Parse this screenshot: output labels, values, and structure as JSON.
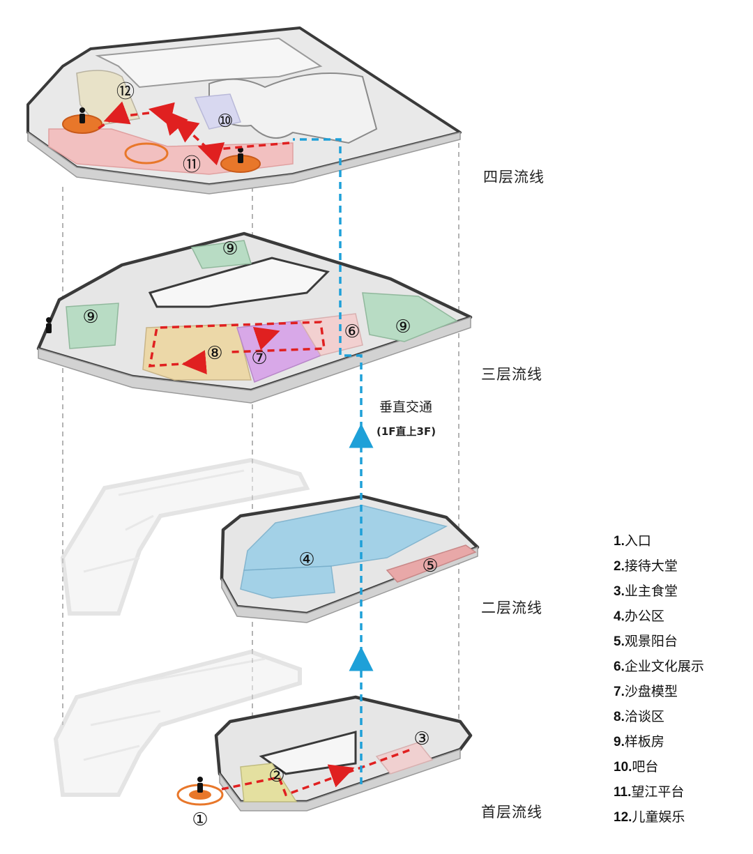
{
  "floors": {
    "f4": "四层流线",
    "f3": "三层流线",
    "f2": "二层流线",
    "f1": "首层流线"
  },
  "vertical": {
    "title": "垂直交通",
    "subtitle": "(1F直上3F)"
  },
  "markers": {
    "m1": "①",
    "m2": "②",
    "m3": "③",
    "m4": "④",
    "m5": "⑤",
    "m6": "⑥",
    "m7": "⑦",
    "m8": "⑧",
    "m9": "⑨",
    "m10": "⑩",
    "m11": "⑪",
    "m12": "⑫"
  },
  "legend": [
    {
      "num": "1.",
      "text": "入口"
    },
    {
      "num": "2.",
      "text": "接待大堂"
    },
    {
      "num": "3.",
      "text": "业主食堂"
    },
    {
      "num": "4.",
      "text": "办公区"
    },
    {
      "num": "5.",
      "text": "观景阳台"
    },
    {
      "num": "6.",
      "text": "企业文化展示"
    },
    {
      "num": "7.",
      "text": "沙盘模型"
    },
    {
      "num": "8.",
      "text": "洽谈区"
    },
    {
      "num": "9.",
      "text": "样板房"
    },
    {
      "num": "10.",
      "text": "吧台"
    },
    {
      "num": "11.",
      "text": "望江平台"
    },
    {
      "num": "12.",
      "text": "儿童娱乐"
    }
  ],
  "colors": {
    "outline": "#3a3a3a",
    "floor_fill": "#e6e6e6",
    "ghost": "#dcdcdc",
    "route": "#e02020",
    "vertical": "#1ea0d8",
    "entry": "#e8772a",
    "office": "#9ccfe8",
    "balcony": "#e8a8a8",
    "sample": "#b8dcc4",
    "negotiation": "#ecd8a8",
    "sandbox": "#d8a8e8",
    "river": "#f2b8b8",
    "kids": "#e8e2c8",
    "bar": "#d8d8f0"
  }
}
